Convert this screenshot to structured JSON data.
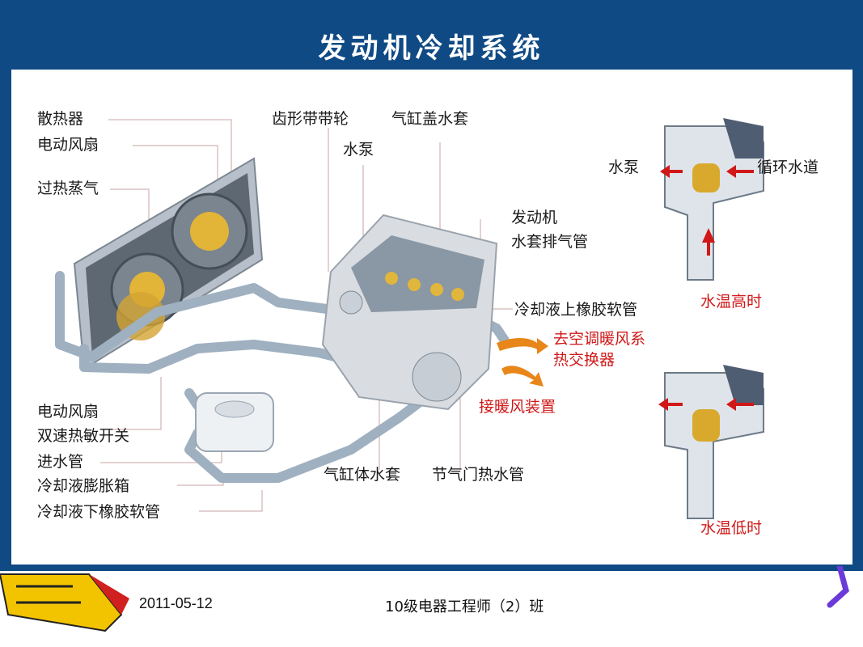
{
  "title": "发动机冷却系统",
  "labels": {
    "radiator": "散热器",
    "electric_fan": "电动风扇",
    "overheat_steam": "过热蒸气",
    "timing_pulley": "齿形带带轮",
    "head_jacket": "气缸盖水套",
    "water_pump": "水泵",
    "engine_jacket_exhaust_line1": "发动机",
    "engine_jacket_exhaust_line2": "水套排气管",
    "coolant_upper_hose": "冷却液上橡胶软管",
    "to_ac_heater_line1": "去空调暖风系",
    "to_ac_heater_line2": "热交换器",
    "heater_connection": "接暖风装置",
    "fan_switch_line1": "电动风扇",
    "fan_switch_line2": "双速热敏开关",
    "inlet_pipe": "进水管",
    "expansion_tank": "冷却液膨胀箱",
    "coolant_lower_hose": "冷却液下橡胶软管",
    "block_jacket": "气缸体水套",
    "throttle_water_pipe": "节气门热水管"
  },
  "thermostat": {
    "pump_label": "水泵",
    "circulation_label": "循环水道",
    "high_temp_caption": "水温高时",
    "low_temp_caption": "水温低时"
  },
  "footer": {
    "date": "2011-05-12",
    "class_name": "10级电器工程师（2）班"
  },
  "colors": {
    "frame": "#0f4a84",
    "caption_red": "#d01818",
    "pipe": "#a9b8c6",
    "flow_arrow": "#e8861a"
  }
}
